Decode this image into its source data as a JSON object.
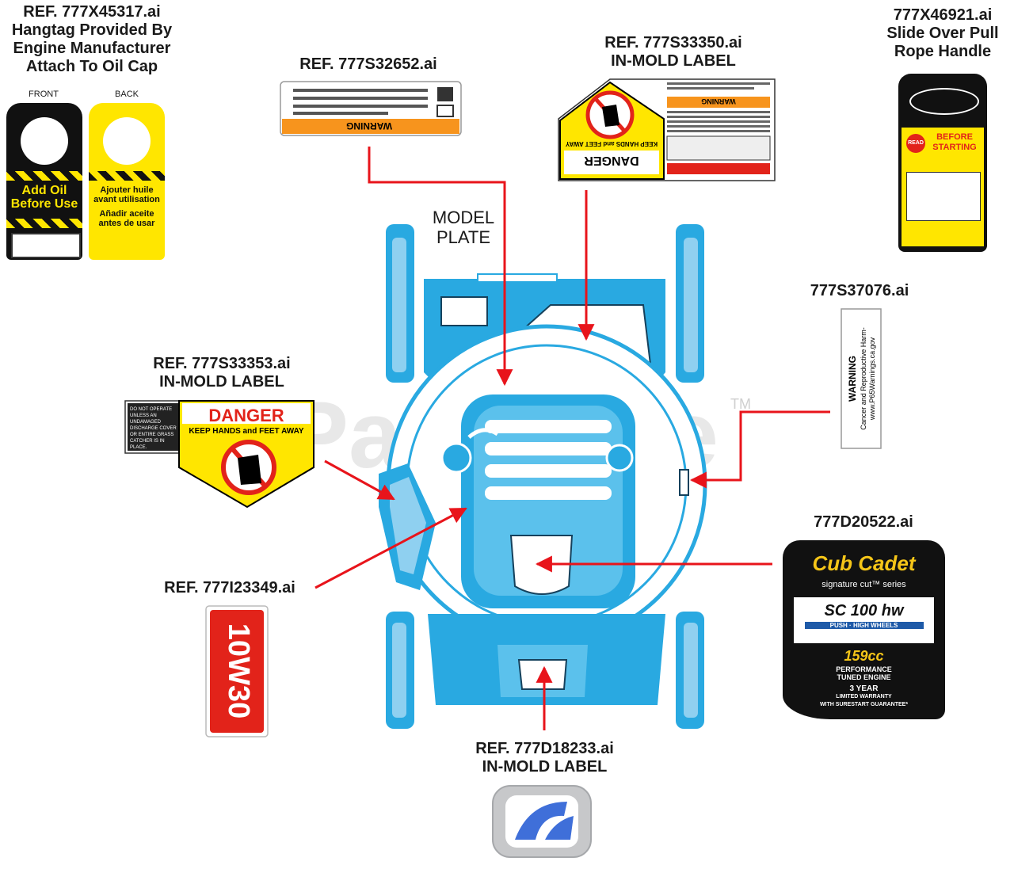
{
  "watermark": {
    "text": "PartsTree",
    "tm": "TM"
  },
  "labels": {
    "hangtag": {
      "lines": [
        "REF. 777X45317.ai",
        "Hangtag Provided By",
        "Engine Manufacturer",
        "Attach To Oil Cap"
      ],
      "front": "FRONT",
      "back": "BACK",
      "front_text": [
        "Add Oil",
        "Before Use"
      ],
      "back_text_1": [
        "Ajouter huile",
        "avant utilisation"
      ],
      "back_text_2": [
        "Añadir aceite",
        "antes de usar"
      ]
    },
    "ref_32652": {
      "text": "REF. 777S32652.ai",
      "warning": "WARNING"
    },
    "ref_33350": {
      "lines": [
        "REF. 777S33350.ai",
        "IN-MOLD LABEL"
      ],
      "danger": "DANGER",
      "keep": "KEEP HANDS and FEET AWAY",
      "warning": "WARNING"
    },
    "pull_rope": {
      "lines": [
        "777X46921.ai",
        "Slide Over Pull",
        "Rope Handle"
      ],
      "read": "READ",
      "before": "BEFORE",
      "starting": "STARTING"
    },
    "model_plate": {
      "lines": [
        "MODEL",
        "PLATE"
      ]
    },
    "ref_37076": {
      "text": "777S37076.ai",
      "warning": "WARNING",
      "line1": "Cancer and Reproductive Harm-",
      "line2": "www.P65Warnings.ca.gov"
    },
    "ref_33353": {
      "lines": [
        "REF. 777S33353.ai",
        "IN-MOLD LABEL"
      ],
      "danger": "DANGER",
      "keep": "KEEP HANDS and FEET AWAY",
      "side_text": [
        "DO NOT OPERATE",
        "UNLESS AN",
        "UNDAMAGED",
        "DISCHARGE COVER",
        "OR ENTIRE GRASS",
        "CATCHER IS IN",
        "PLACE."
      ]
    },
    "ref_20522": {
      "text": "777D20522.ai",
      "brand": "Cub Cadet",
      "series": "signature cut™ series",
      "model": "SC 100 hw",
      "sub": "PUSH · HIGH WHEELS",
      "cc": "159cc",
      "perf": "PERFORMANCE",
      "tuned": "TUNED ENGINE",
      "year": "3 YEAR",
      "warranty": "LIMITED WARRANTY",
      "surestart": "WITH SURESTART GUARANTEE*"
    },
    "ref_23349": {
      "text": "REF. 777I23349.ai",
      "oil": "10W30"
    },
    "ref_18233": {
      "lines": [
        "REF. 777D18233.ai",
        "IN-MOLD LABEL"
      ]
    }
  },
  "colors": {
    "mower": "#29a9e1",
    "arrow": "#e8141b",
    "danger_red": "#e2231a",
    "caution_yellow": "#ffe600"
  }
}
